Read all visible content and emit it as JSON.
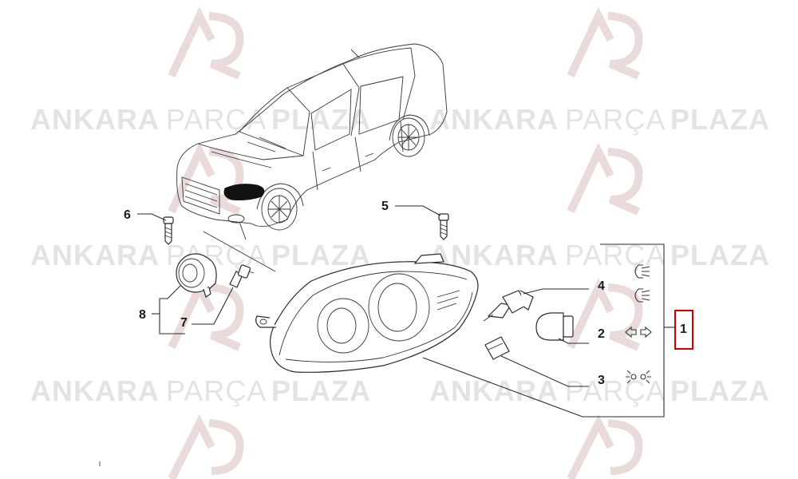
{
  "watermark": {
    "brand_word": "ANKARA",
    "middle_word": "PARÇA",
    "bold_word": "PLAZA"
  },
  "callouts": {
    "assembly": "1",
    "indicator_bulb": "2",
    "parking_bulb": "3",
    "headlamp_bulb": "4",
    "mounting_screw": "5",
    "fog_lamp_screw": "6",
    "fog_lamp_bulb": "7",
    "fog_lamp": "8"
  },
  "icons": {
    "low_beam": "low-beam-icon",
    "high_beam": "high-beam-icon",
    "turn_signal": "turn-signal-icon",
    "side_light": "side-light-icon"
  },
  "colors": {
    "highlight_box": "#cc0000",
    "line": "#2a2a2a",
    "watermark": "#e3e3e3"
  }
}
